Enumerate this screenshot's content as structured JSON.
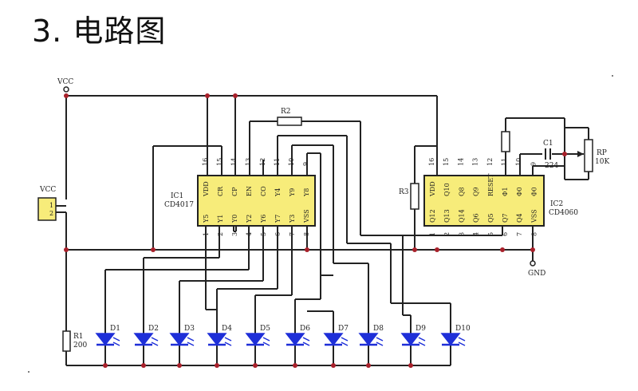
{
  "title": "3. 电路图",
  "labels": {
    "vcc_top": "VCC",
    "vcc_conn": "VCC",
    "r1": "R1",
    "r1_val": "200",
    "r2": "R2",
    "r3": "R3",
    "c1": "C1",
    "c1_val": "224",
    "rp": "RP",
    "rp_val": "10K",
    "ic1": "IC1",
    "ic1_part": "CD4017",
    "ic2": "IC2",
    "ic2_part": "CD4060",
    "gnd": "GND"
  },
  "ic1_pins_top": [
    "16",
    "15",
    "14",
    "13",
    "12",
    "11",
    "10",
    "9"
  ],
  "ic1_names_top": [
    "VDD",
    "CR",
    "CP",
    "EN",
    "CO",
    "Y4",
    "Y9",
    "Y8"
  ],
  "ic1_pins_bottom": [
    "1",
    "2",
    "3",
    "4",
    "5",
    "6",
    "7",
    "8"
  ],
  "ic1_names_bottom": [
    "Y5",
    "Y1",
    "Y0",
    "Y2",
    "Y6",
    "Y7",
    "Y3",
    "VSS"
  ],
  "ic2_pins_top": [
    "16",
    "15",
    "14",
    "13",
    "12",
    "11",
    "10",
    "9"
  ],
  "ic2_names_top": [
    "VDD",
    "Q10",
    "Q8",
    "Q9",
    "RESET",
    "Φ1",
    "Φ0",
    "Φ0"
  ],
  "ic2_pins_bottom": [
    "1",
    "2",
    "3",
    "4",
    "5",
    "6",
    "7",
    "8"
  ],
  "ic2_names_bottom": [
    "Q12",
    "Q13",
    "Q14",
    "Q6",
    "Q5",
    "Q7",
    "Q4",
    "VSS"
  ],
  "leds": [
    "D1",
    "D2",
    "D3",
    "D4",
    "D5",
    "D6",
    "D7",
    "D8",
    "D9",
    "D10"
  ]
}
